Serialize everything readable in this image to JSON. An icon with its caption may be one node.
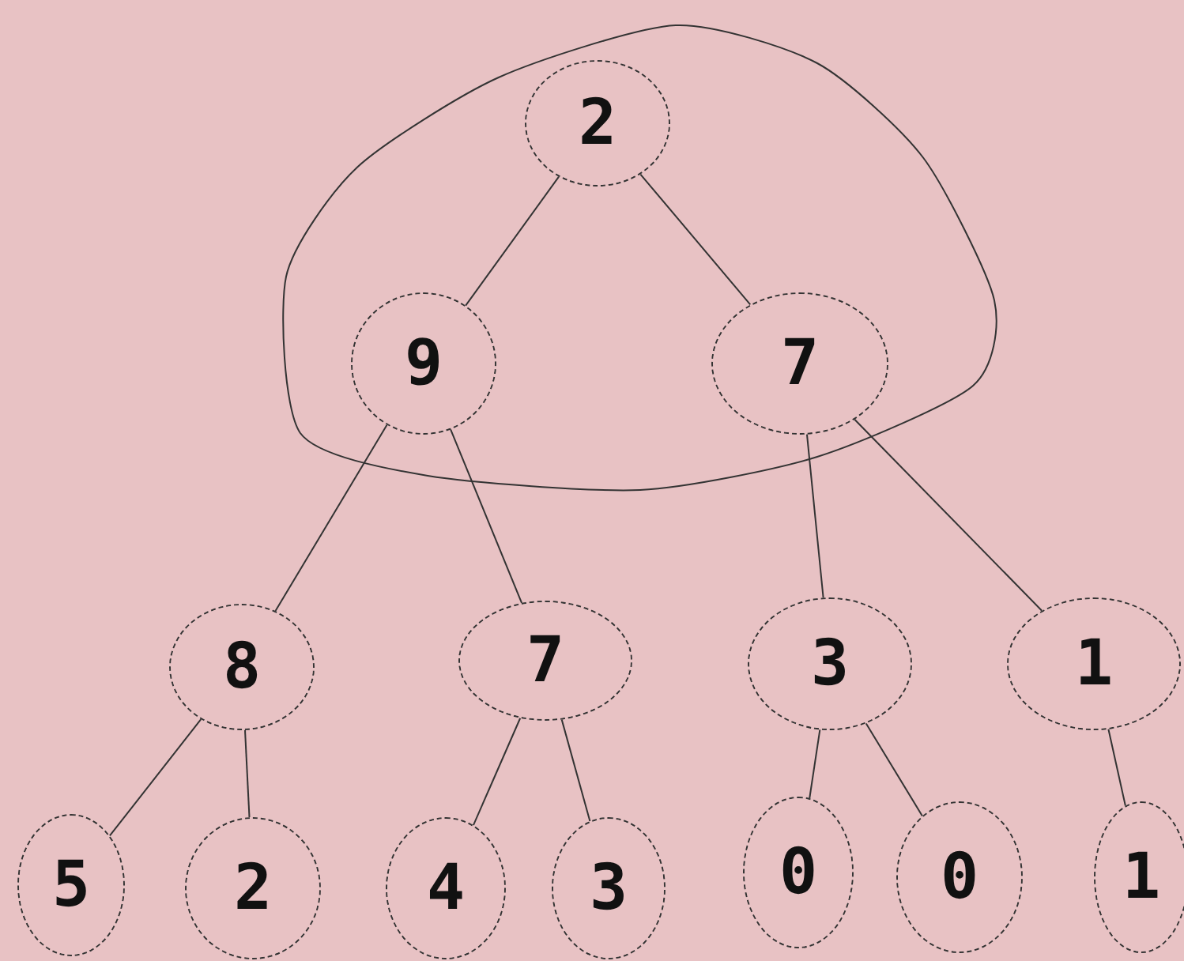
{
  "diagram": {
    "nodes": [
      {
        "text": [],
        "shape": "circle"
      },
      {
        "text": [
          "2"
        ],
        "in": 0
      },
      {
        "text": [
          "9"
        ],
        "in": 0
      },
      {
        "text": [
          "7"
        ],
        "in": 0
      },
      {
        "text": [
          "8"
        ]
      },
      {
        "text": [
          "7"
        ]
      },
      {
        "text": [
          "3"
        ]
      },
      {
        "text": [
          "1"
        ]
      },
      {
        "text": [
          "5"
        ]
      },
      {
        "text": [
          "2"
        ]
      },
      {
        "text": [
          "4"
        ]
      },
      {
        "text": [
          "3"
        ]
      },
      {
        "text": [
          "0"
        ]
      },
      {
        "text": [
          "0"
        ]
      },
      {
        "text": [
          "1"
        ]
      }
    ],
    "edges": [
      {
        "from": 1,
        "to": 2,
        "arrow": "none"
      },
      {
        "from": 1,
        "to": 3,
        "arrow": "none"
      },
      {
        "from": 2,
        "to": 4,
        "arrow": "none"
      },
      {
        "from": 2,
        "to": 5,
        "arrow": "none"
      },
      {
        "from": 3,
        "to": 6,
        "arrow": "none"
      },
      {
        "from": 3,
        "to": 7,
        "arrow": "none"
      },
      {
        "from": 4,
        "to": 8,
        "arrow": "none"
      },
      {
        "from": 4,
        "to": 9,
        "arrow": "none"
      },
      {
        "from": 5,
        "to": 10,
        "arrow": "none"
      },
      {
        "from": 5,
        "to": 11,
        "arrow": "none"
      },
      {
        "from": 6,
        "to": 12,
        "arrow": "none"
      },
      {
        "from": 6,
        "to": 13,
        "arrow": "none"
      },
      {
        "from": 7,
        "to": 14,
        "arrow": "none"
      }
    ]
  }
}
